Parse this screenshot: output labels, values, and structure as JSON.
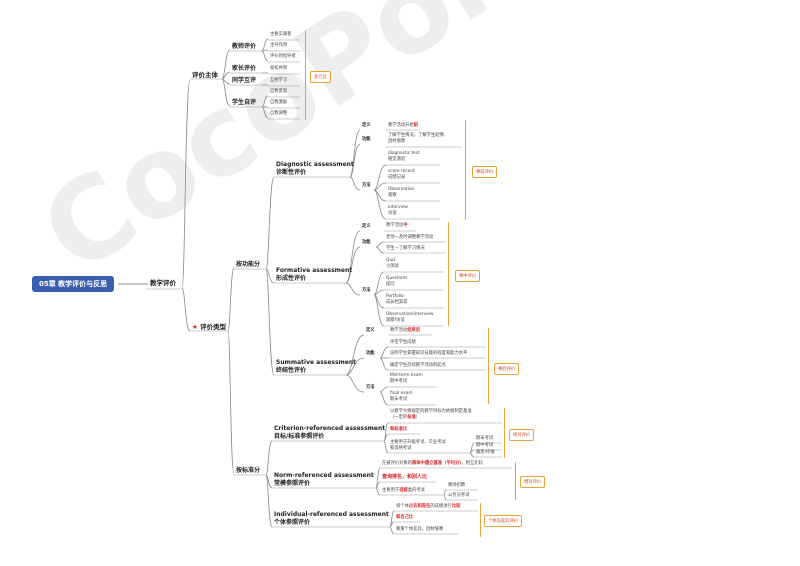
{
  "root": "05章 教学评价与反思",
  "center": "教学评价",
  "subject": {
    "title": "评价主体",
    "teacher": {
      "label": "教师评价",
      "items": [
        "主要实施者",
        "主导作用",
        "评价的指导者"
      ]
    },
    "parent": {
      "label": "家长评价",
      "items": [
        "家校共育"
      ]
    },
    "peer": {
      "label": "同学互评",
      "items": [
        "互相学习"
      ]
    },
    "self": {
      "label": "学生自评",
      "items": [
        "自我反思",
        "自我激励",
        "自我调整"
      ]
    },
    "summary": "多元化"
  },
  "types": {
    "title": "评价类型",
    "function": "按功能分",
    "standard": "按标准分",
    "diagnostic": {
      "title_en": "Diagnostic assessment",
      "title_cn": "诊断性评价",
      "def_label": "定义",
      "def_prefix": "教学活动开始",
      "def_em": "前",
      "func_label": "功能",
      "func_1": "了解学生情况，了解学生起情,",
      "func_2": "因材施教",
      "method_label": "方法",
      "methods": [
        {
          "en": "diagnostic test",
          "cn": "随堂测验"
        },
        {
          "en": "score record",
          "cn": "成绩记录"
        },
        {
          "en": "Observation",
          "cn": "观察"
        },
        {
          "en": "interview",
          "cn": "访谈"
        }
      ],
      "summary": "事前评价"
    },
    "formative": {
      "title_en": "Formative assessment",
      "title_cn": "形成性评价",
      "def_label": "定义",
      "def_prefix": "教学活动",
      "def_em": "中",
      "func_label": "功能",
      "func_1": "老师—及时调整教学活动",
      "func_2": "学生—了解学习情况",
      "method_label": "方法",
      "methods": [
        {
          "en": "Quiz",
          "cn": "小测试"
        },
        {
          "en": "Questions",
          "cn": "提问"
        },
        {
          "en": "Portfolio",
          "cn": "成长档案袋"
        },
        {
          "en": "Observation/interview",
          "cn": "观察/访谈"
        }
      ],
      "summary": "事中评价"
    },
    "summative": {
      "title_en": "Summative assessment",
      "title_cn": "终结性评价",
      "def_label": "定义",
      "def_prefix": "教学活动",
      "def_em": "结束后",
      "func_label": "功能",
      "func_1": "评定学生成绩",
      "func_2": "证明学生掌握知识技能的程度和能力水平",
      "func_3": "确定学生后续教学活动的起点",
      "method_label": "方法",
      "methods": [
        {
          "en": "Mid-term exam",
          "cn": "期中考试"
        },
        {
          "en": "final exam",
          "cn": "期末考试"
        }
      ],
      "summary": "事后评价"
    },
    "criterion": {
      "title_en": "Criterion-referenced assessment",
      "title_cn": "目标/标准参照评价",
      "desc_1": "以教学大纲规定的教学目标为依据制定基准",
      "desc_2a": "（一定的",
      "desc_2em": "标准",
      "desc_2b": "）",
      "em": "和标准比",
      "main": "主要用于升级考试，毕业考试",
      "main_2": "和资格考试",
      "ex_1": "期末考试",
      "ex_2": "期中考试",
      "ex_3": "雅思/托福",
      "summary": "绝对评价"
    },
    "norm": {
      "title_en": "Norm-referenced assessment",
      "title_cn": "常模参照评价",
      "desc_a": "在被评价对象的",
      "desc_em": "群体中建立基准（平均分）",
      "desc_b": "，相互比较",
      "em": "查询排名，和别人比",
      "main": "主要用于",
      "main_em": "选拔",
      "main_b": "类的考试",
      "ex_1": "教师招聘",
      "ex_2": "公务员考试",
      "summary": "相对评价"
    },
    "individual": {
      "title_en": "Individual-referenced assessment",
      "title_cn": "个体参照评价",
      "desc_a": "将个体",
      "desc_em": "过去和现在",
      "desc_b": "的成绩进行",
      "desc_em2": "比较",
      "em": "和自己比",
      "extra": "尊重个体差异，因材施教",
      "summary": "个体内差异评价"
    }
  },
  "watermark": "CocoPolaris"
}
